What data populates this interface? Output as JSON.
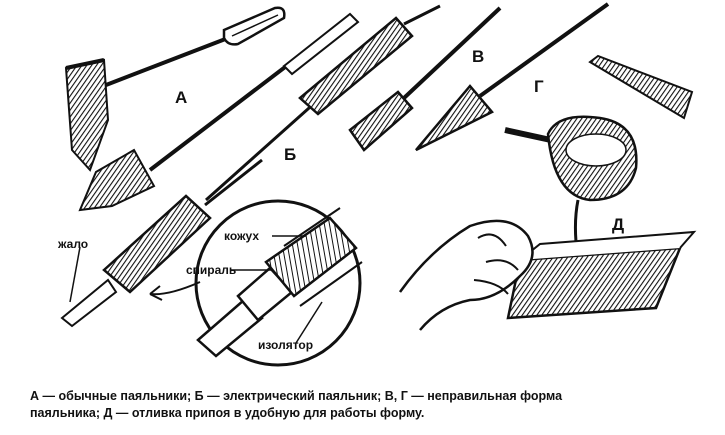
{
  "labels": {
    "a": "А",
    "b": "Б",
    "v": "В",
    "g": "Г",
    "d": "Д",
    "zhalo": "жало",
    "kozhukh": "кожух",
    "spiral": "спираль",
    "izolyator": "изолятор"
  },
  "caption": {
    "line1": "А — обычные паяльники; Б — электрический паяльник; В, Г — неправильная форма",
    "line2": "паяльника; Д — отливка припоя в удобную для работы форму."
  },
  "colors": {
    "ink": "#111111",
    "paper": "#ffffff"
  }
}
